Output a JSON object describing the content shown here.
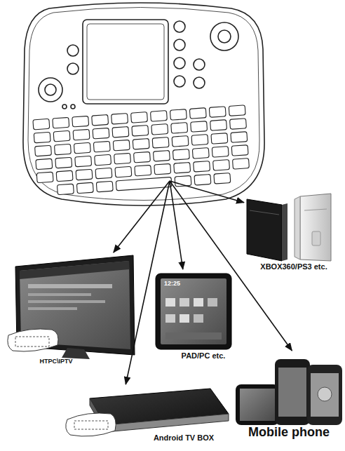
{
  "diagram": {
    "nodes": [
      {
        "text": []
      },
      {
        "text": [
          "XBOX360/PS3 etc."
        ]
      },
      {
        "text": [
          "HTPC\\IPTV"
        ]
      },
      {
        "text": [
          "PAD/PC etc."
        ]
      },
      {
        "text": [
          "Android TV BOX"
        ]
      },
      {
        "text": [
          "Mobile phone"
        ]
      }
    ],
    "edges": [
      {
        "from": 0,
        "to": 1,
        "arrow": "to"
      },
      {
        "from": 0,
        "to": 2,
        "arrow": "to"
      },
      {
        "from": 0,
        "to": 3,
        "arrow": "to"
      },
      {
        "from": 0,
        "to": 4,
        "arrow": "to"
      },
      {
        "from": 0,
        "to": 5,
        "arrow": "to"
      }
    ],
    "labels": [
      "12:25"
    ]
  }
}
